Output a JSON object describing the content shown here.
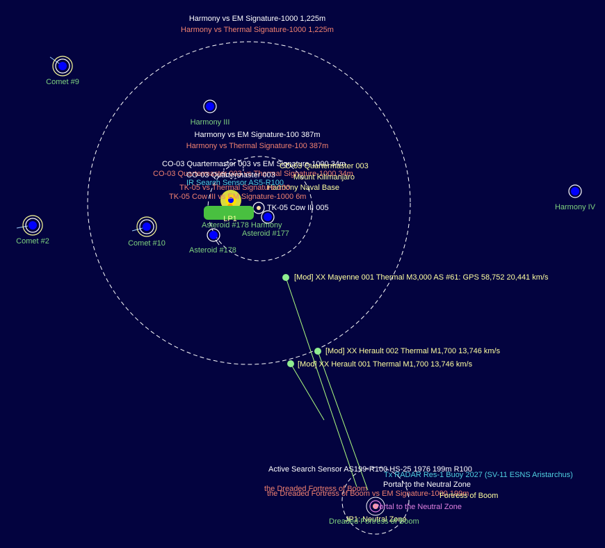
{
  "colors": {
    "background": "#03033f",
    "body_fill": "#0000ff",
    "body_label": "#7fd27f",
    "range_label": "#ffffff",
    "range_label_secondary": "#f08070",
    "contact": "#90ee90",
    "ship_label": "#ffffe0",
    "waypoint": "#e080e0",
    "sensor_label": "#4fd0e0"
  },
  "range_rings": {
    "outer": {
      "em": "Harmony vs EM Signature-1000   1,225m",
      "thermal": "Harmony vs Thermal Signature-1000   1,225m"
    },
    "inner": {
      "em": "Harmony vs EM Signature-100   387m",
      "thermal": "Harmony vs Thermal Signature-100   387m"
    }
  },
  "bodies": {
    "comet9": "Comet #9",
    "comet2": "Comet #2",
    "comet10": "Comet #10",
    "harmony3": "Harmony III",
    "harmony4": "Harmony IV",
    "asteroid177": "Asteroid #177",
    "asteroid178": "Asteroid #178"
  },
  "cluster": {
    "qm_em": "CO-03 Quartermaster 003 vs EM Signature-1000   34m",
    "qm_top": "CO-03 Quartermaster 003",
    "qm_name_b": "CO-03 Quartermaster 003",
    "qm_thermal": "CO-03 Quartermaster 003 vs Thermal Signature-1000   34m",
    "kilimanjaro": "Mount Kilimanjaro",
    "naval_base": "Harmony Naval Base",
    "tk05": "TK-05 Cow III 005",
    "lp1": "LP1",
    "overlap_sensor": "IR Search Sensor AS5-R100",
    "overlap_tk": "TK-05 vs Thermal Signature-100",
    "overlap_red": "TK-05 Cow III vs EM Signature-1000   6m",
    "overlap_green": "Asteroid #178 Harmony"
  },
  "contacts": {
    "mayenne": "[Mod]  XX Mayenne 001   Thermal M3,000   AS #61: GPS 58,752   20,441 km/s",
    "herault2": "[Mod]  XX Herault 002   Thermal M1,700   13,746 km/s",
    "herault1": "[Mod]  XX Herault 001   Thermal M1,700   13,746 km/s"
  },
  "neutral_zone": {
    "active_sensor": "Active Search Sensor AS199-R100 HS-25 1976   199m   R100",
    "buoy": "Tx RADAR Res-1 Buoy 2027 (SV-11 ESNS Aristarchus)",
    "portal": "Portal to the Neutral Zone",
    "portal_wp": "Portal to the Neutral Zone",
    "jump_point": "JP1: Neutral Zone",
    "fortress": "Dreaded Fortress of Boom",
    "overlap_fortress": "the Dreaded Fortress of Boom",
    "overlap_fortress_sig": "the Dreaded Fortress of Boom vs EM Signature-1000   199m",
    "overlap_boom": "Fortress of Boom"
  }
}
